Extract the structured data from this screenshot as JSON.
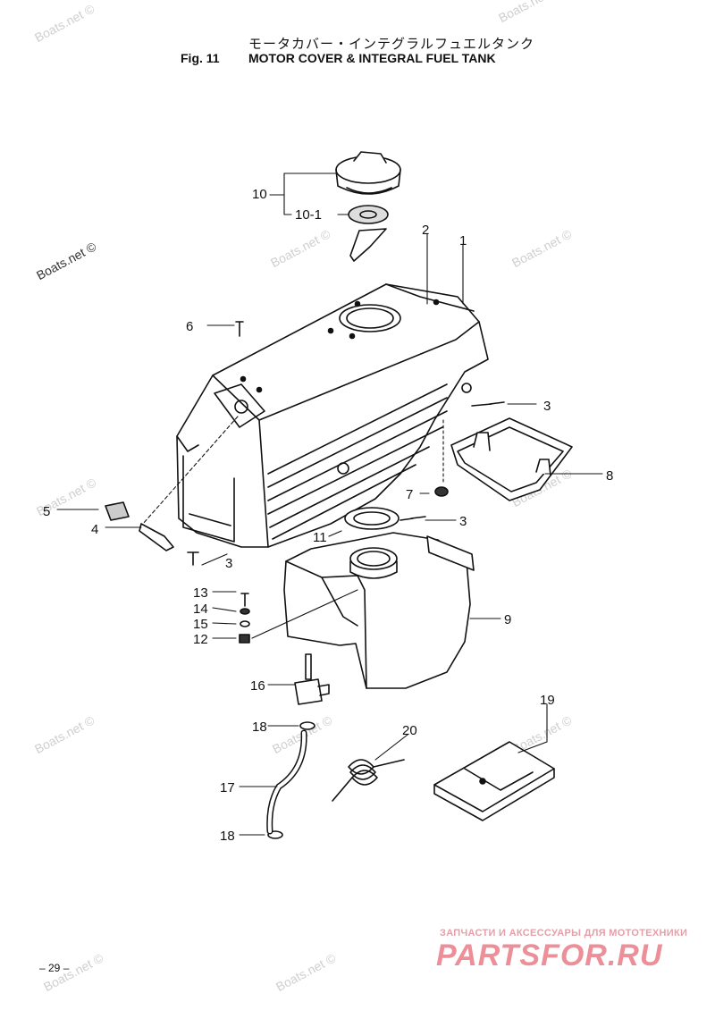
{
  "header": {
    "japanese_title": "モータカバー・インテグラルフュエルタンク",
    "fig_label": "Fig. 11",
    "title": "MOTOR COVER & INTEGRAL FUEL TANK"
  },
  "page_number": "– 29 –",
  "watermark": "Boats.net ©",
  "brand": {
    "tagline": "ЗАПЧАСТИ И АКСЕССУАРЫ ДЛЯ МОТОТЕХНИКИ",
    "logo": "PARTSFOR.RU",
    "color": "#ec8f98"
  },
  "callouts": {
    "c1": "1",
    "c2": "2",
    "c3a": "3",
    "c3b": "3",
    "c3c": "3",
    "c4": "4",
    "c5": "5",
    "c6": "6",
    "c7": "7",
    "c8": "8",
    "c9": "9",
    "c10": "10",
    "c10_1": "10-1",
    "c11": "11",
    "c12": "12",
    "c13": "13",
    "c14": "14",
    "c15": "15",
    "c16": "16",
    "c17": "17",
    "c18a": "18",
    "c18b": "18",
    "c19": "19",
    "c20": "20"
  }
}
